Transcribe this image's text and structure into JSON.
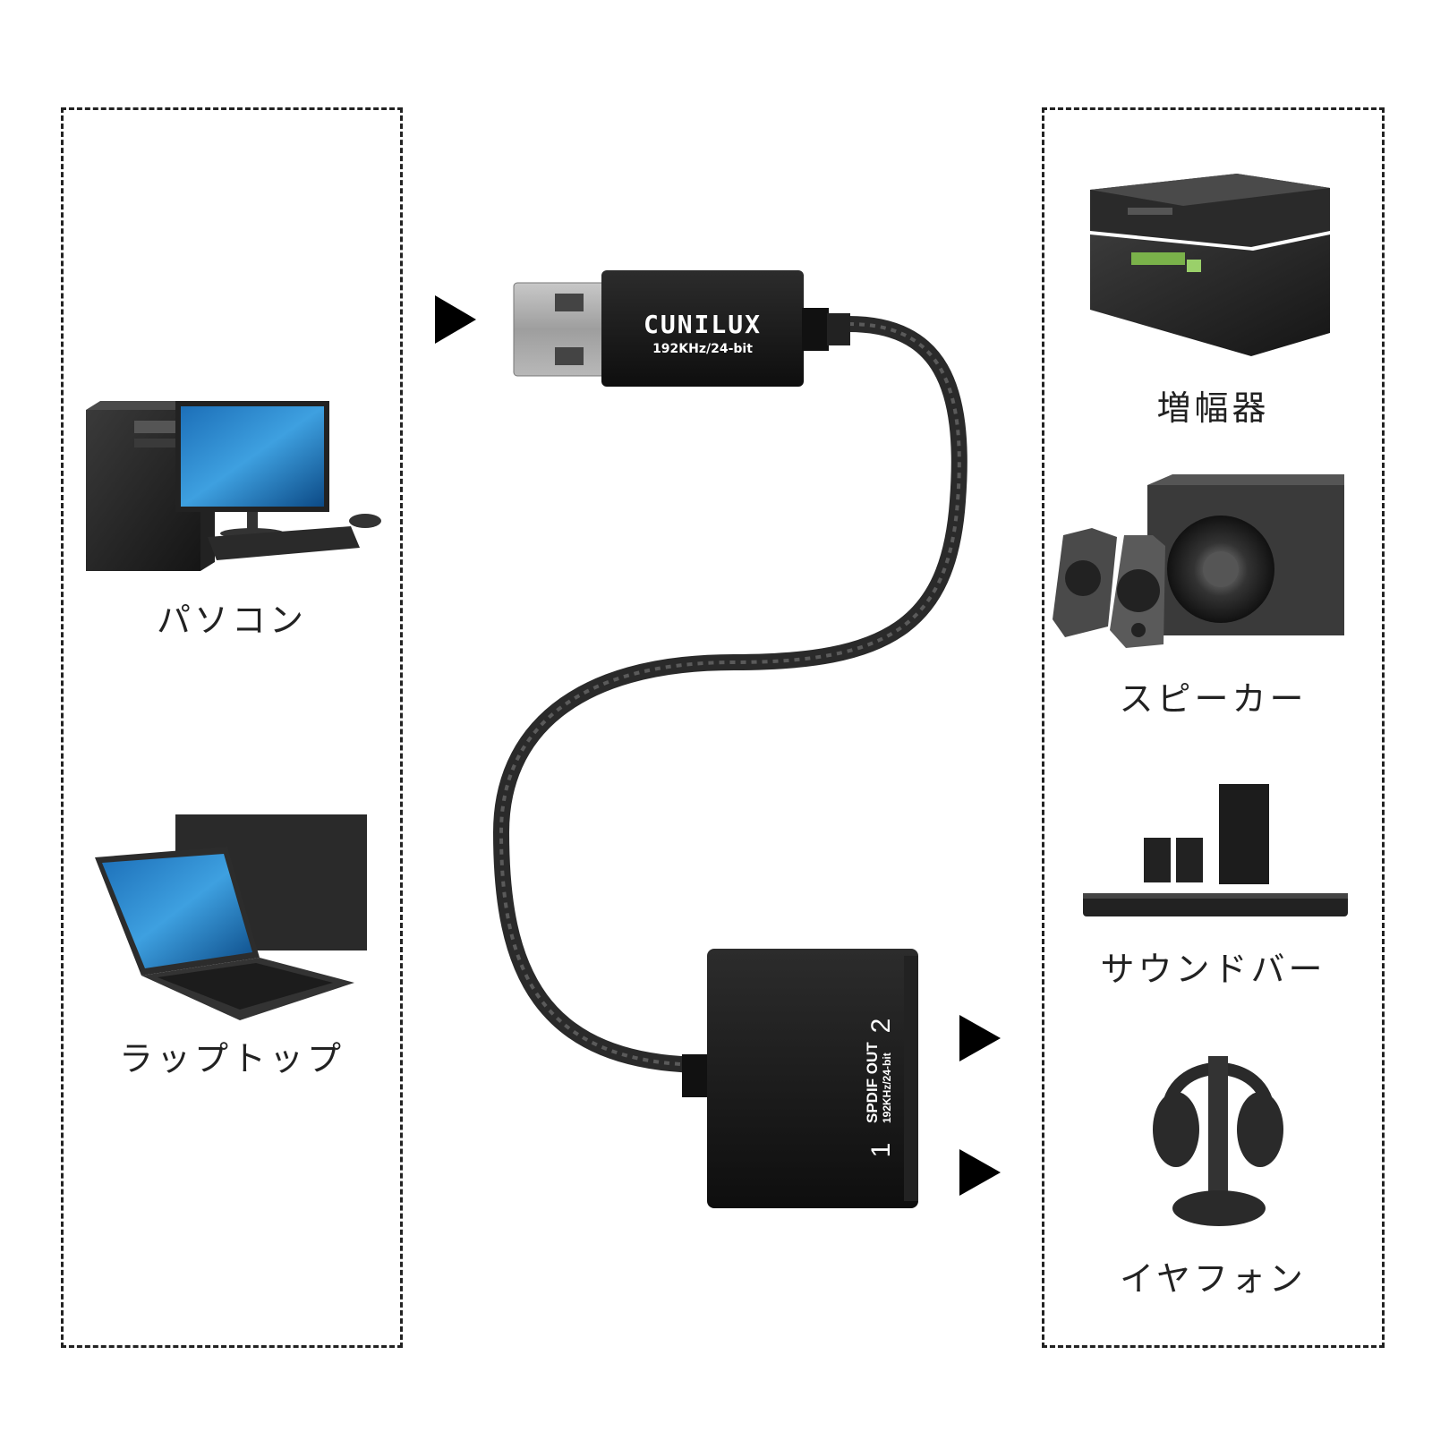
{
  "adapter": {
    "brand": "CUNILUX",
    "spec": "192KHz/24-bit",
    "output_label": "SPDIF OUT",
    "output_spec": "192KHz/24-bit",
    "port_1": "1",
    "port_2": "2"
  },
  "sources": [
    {
      "label": "パソコン",
      "icon": "desktop-pc-icon"
    },
    {
      "label": "ラップトップ",
      "icon": "laptop-icon"
    }
  ],
  "outputs": [
    {
      "label": "増幅器",
      "icon": "amplifier-icon"
    },
    {
      "label": "スピーカー",
      "icon": "speaker-icon"
    },
    {
      "label": "サウンドバー",
      "icon": "soundbar-icon"
    },
    {
      "label": "イヤフォン",
      "icon": "headphones-icon"
    }
  ],
  "colors": {
    "frame": "#222222",
    "device_dark": "#1a1a1a",
    "usb_metal": "#a9a9a9",
    "cable": "#3a3a3a"
  }
}
